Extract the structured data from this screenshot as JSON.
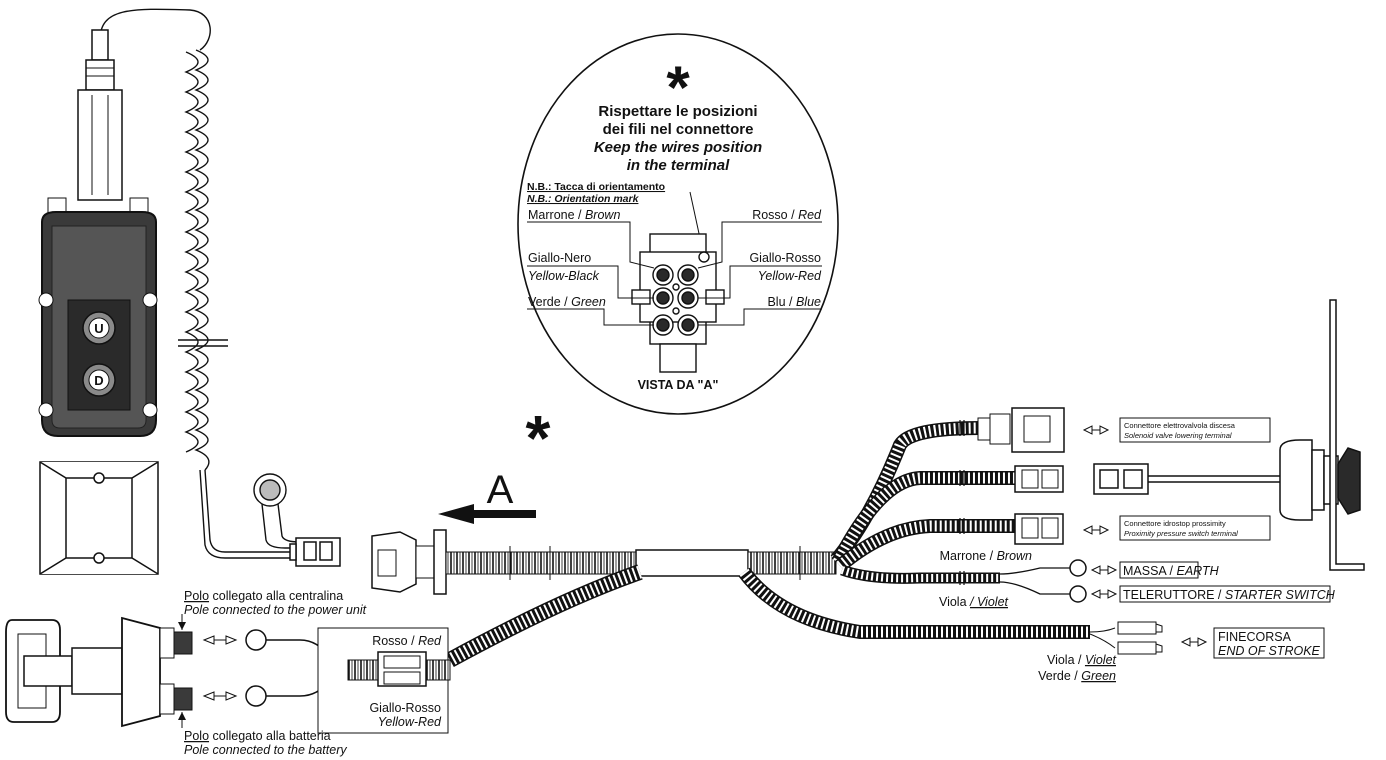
{
  "header": {
    "star": "*",
    "warn_it_1": "Rispettare le posizioni",
    "warn_it_2": "dei fili nel connettore",
    "warn_en_1": "Keep the wires position",
    "warn_en_2": "in the terminal"
  },
  "connector_view": {
    "nb_it": "N.B.: Tacca di orientamento",
    "nb_en": "N.B.: Orientation mark",
    "wires": {
      "brown_it": "Marrone / ",
      "brown_en": "Brown",
      "red_it": "Rosso / ",
      "red_en": "Red",
      "yb_it": "Giallo-Nero",
      "yb_en": "Yellow-Black",
      "yr_it": "Giallo-Rosso",
      "yr_en": "Yellow-Red",
      "green_it": "Verde / ",
      "green_en": "Green",
      "blue_it": "Blu / ",
      "blue_en": "Blue"
    },
    "view_label": "VISTA DA \"A\""
  },
  "arrow_label": "A",
  "star2": "*",
  "pendant": {
    "up": "U",
    "down": "D"
  },
  "battery_switch": {
    "top_it_u": "Polo",
    "top_it": " collegato alla centralina",
    "top_en": "Pole connected to the power unit",
    "bot_it_u": "Polo",
    "bot_it": " collegato alla batteria",
    "bot_en": "Pole connected to the battery",
    "fuse_red_it": "Rosso / ",
    "fuse_red_en": "Red",
    "fuse_yr_it": "Giallo-Rosso",
    "fuse_yr_en": "Yellow-Red"
  },
  "right_side": {
    "sol_it": "Connettore elettrovalvola discesa",
    "sol_en": "Solenoid valve lowering  terminal",
    "prox_it": "Connettore idrostop prossimity",
    "prox_en": "Proximity pressure switch terminal",
    "brown_it": "Marrone / ",
    "brown_en": "Brown",
    "violet_it": "Viola ",
    "violet_en": "/ Violet",
    "earth": "MASSA / ",
    "earth_en": "EARTH",
    "starter": "TELERUTTORE / ",
    "starter_en": "STARTER SWITCH",
    "eos_violet_it": "Viola / ",
    "eos_violet_en": "Violet",
    "eos_green_it": "Verde / ",
    "eos_green_en": "Green",
    "eos_it": "FINECORSA",
    "eos_en": "END OF STROKE"
  },
  "colors": {
    "ink": "#111111",
    "body": "#3a3a3a",
    "button": "#8a8a8a"
  }
}
